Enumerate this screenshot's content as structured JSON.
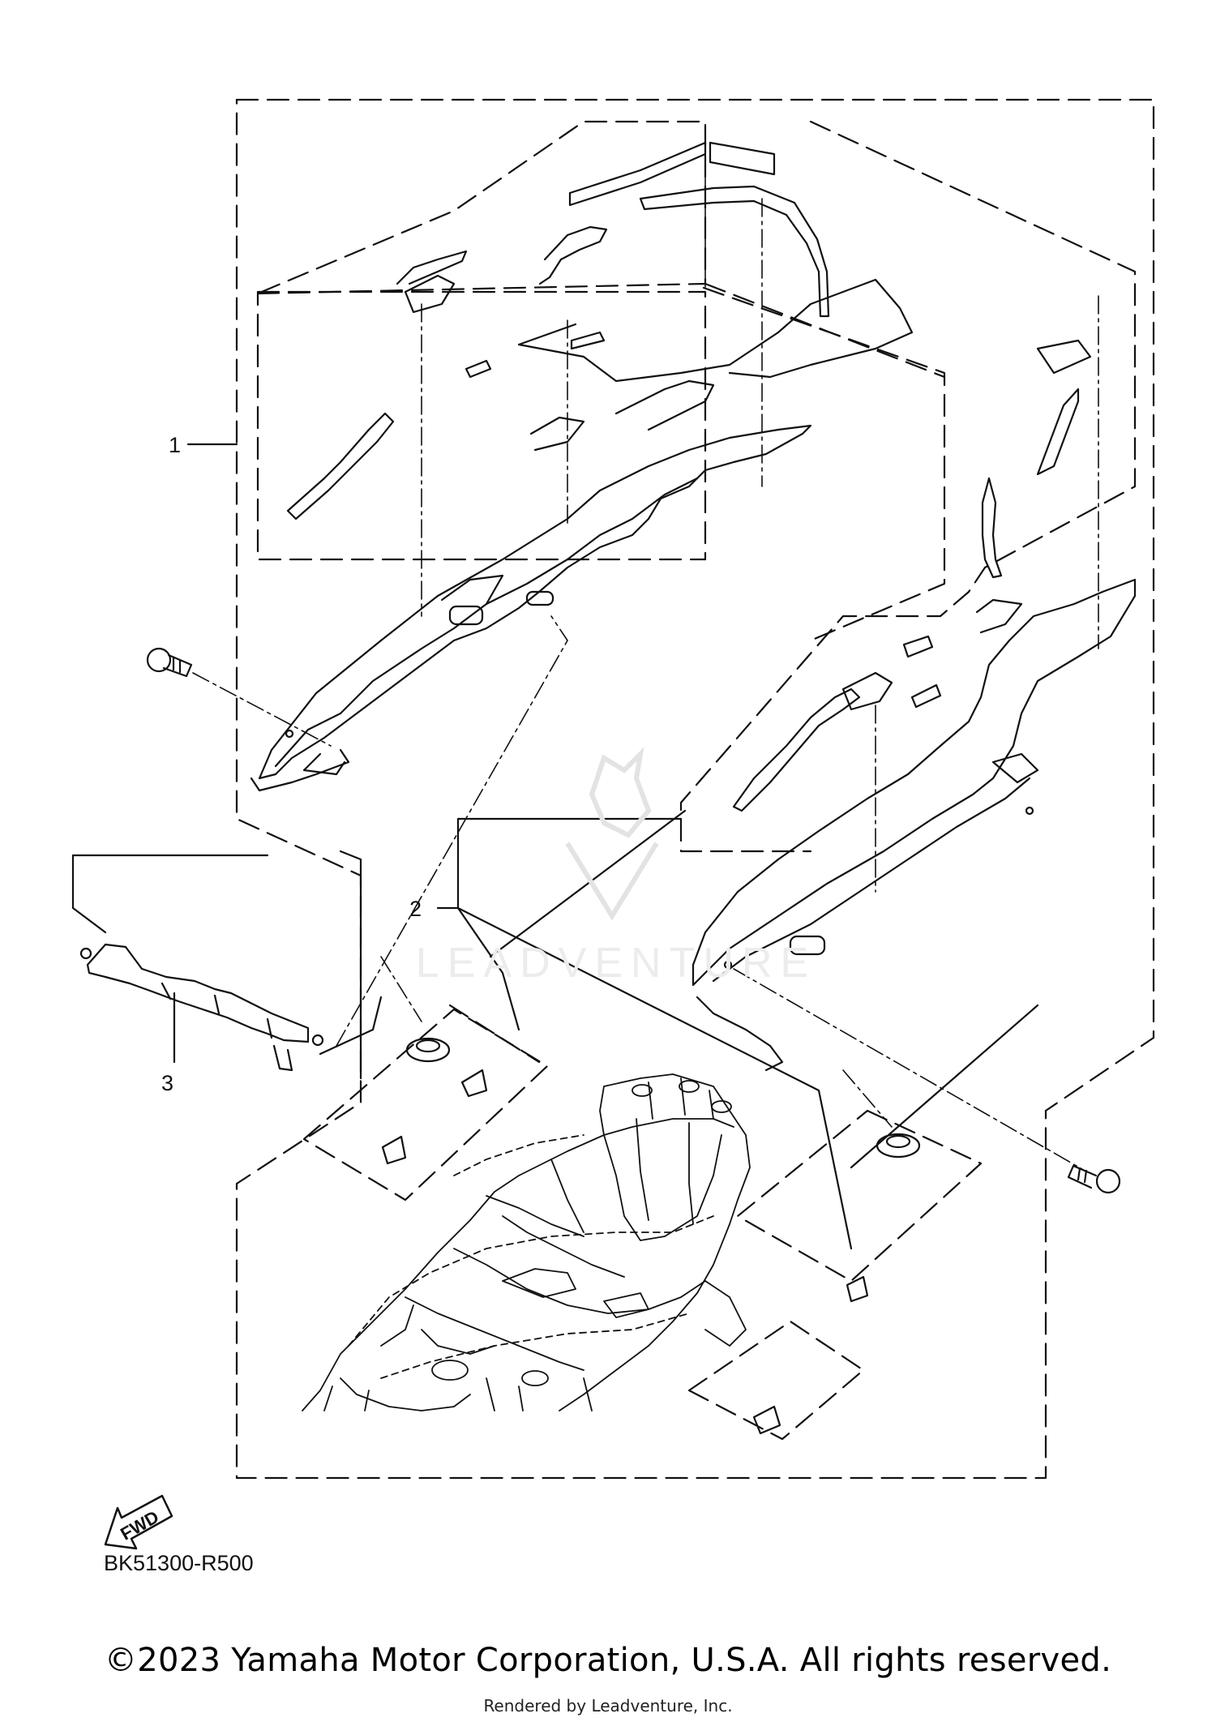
{
  "diagram": {
    "callouts": [
      {
        "id": "1",
        "label": "1"
      },
      {
        "id": "2",
        "label": "2"
      },
      {
        "id": "3",
        "label": "3"
      }
    ],
    "fwd_label": "FWD",
    "diagram_code": "BK51300-R500",
    "copyright": "©2023 Yamaha Motor Corporation, U.S.A. All rights reserved.",
    "rendered_by": "Rendered by Leadventure, Inc.",
    "watermark": "LEADVENTURE",
    "colors": {
      "line": "#111111",
      "watermark": "#e6e6e6",
      "background": "#ffffff"
    }
  }
}
